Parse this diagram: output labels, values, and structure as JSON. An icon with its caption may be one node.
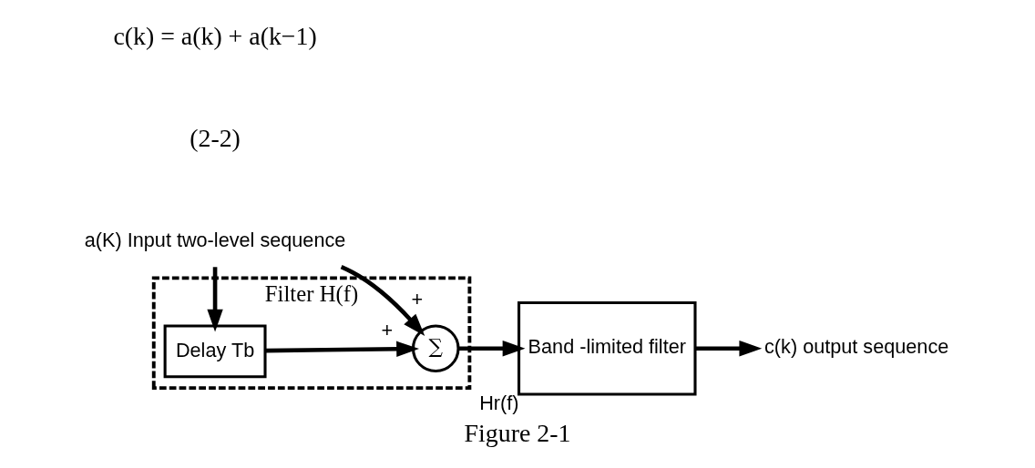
{
  "diagram": {
    "caption": "Figure 2-1",
    "nodes": [
      {
        "text": [
          "a(K) Input two-level sequence"
        ]
      },
      {
        "text": [
          "Filter H(f)"
        ]
      },
      {
        "text": [
          "∑"
        ],
        "in": 1
      },
      {
        "text": [
          "Delay Tb"
        ],
        "in": 1
      },
      {
        "text": [
          "Band -limited filter"
        ],
        "beside": [
          "Hr(f)"
        ]
      },
      {
        "text": [
          "c(k) output sequence"
        ]
      }
    ],
    "edges": [
      {
        "from": 0,
        "to": 2,
        "arrow": "to",
        "label": "+"
      },
      {
        "from": 0,
        "to": 3,
        "arrow": "to"
      },
      {
        "from": 3,
        "to": 2,
        "arrow": "to",
        "label": "+"
      },
      {
        "from": 2,
        "to": 4,
        "arrow": "to"
      },
      {
        "from": 4,
        "to": 5,
        "arrow": "to"
      }
    ],
    "labels": [
      "c(k) = a(k) + a(k−1)",
      "(2-2)"
    ]
  }
}
